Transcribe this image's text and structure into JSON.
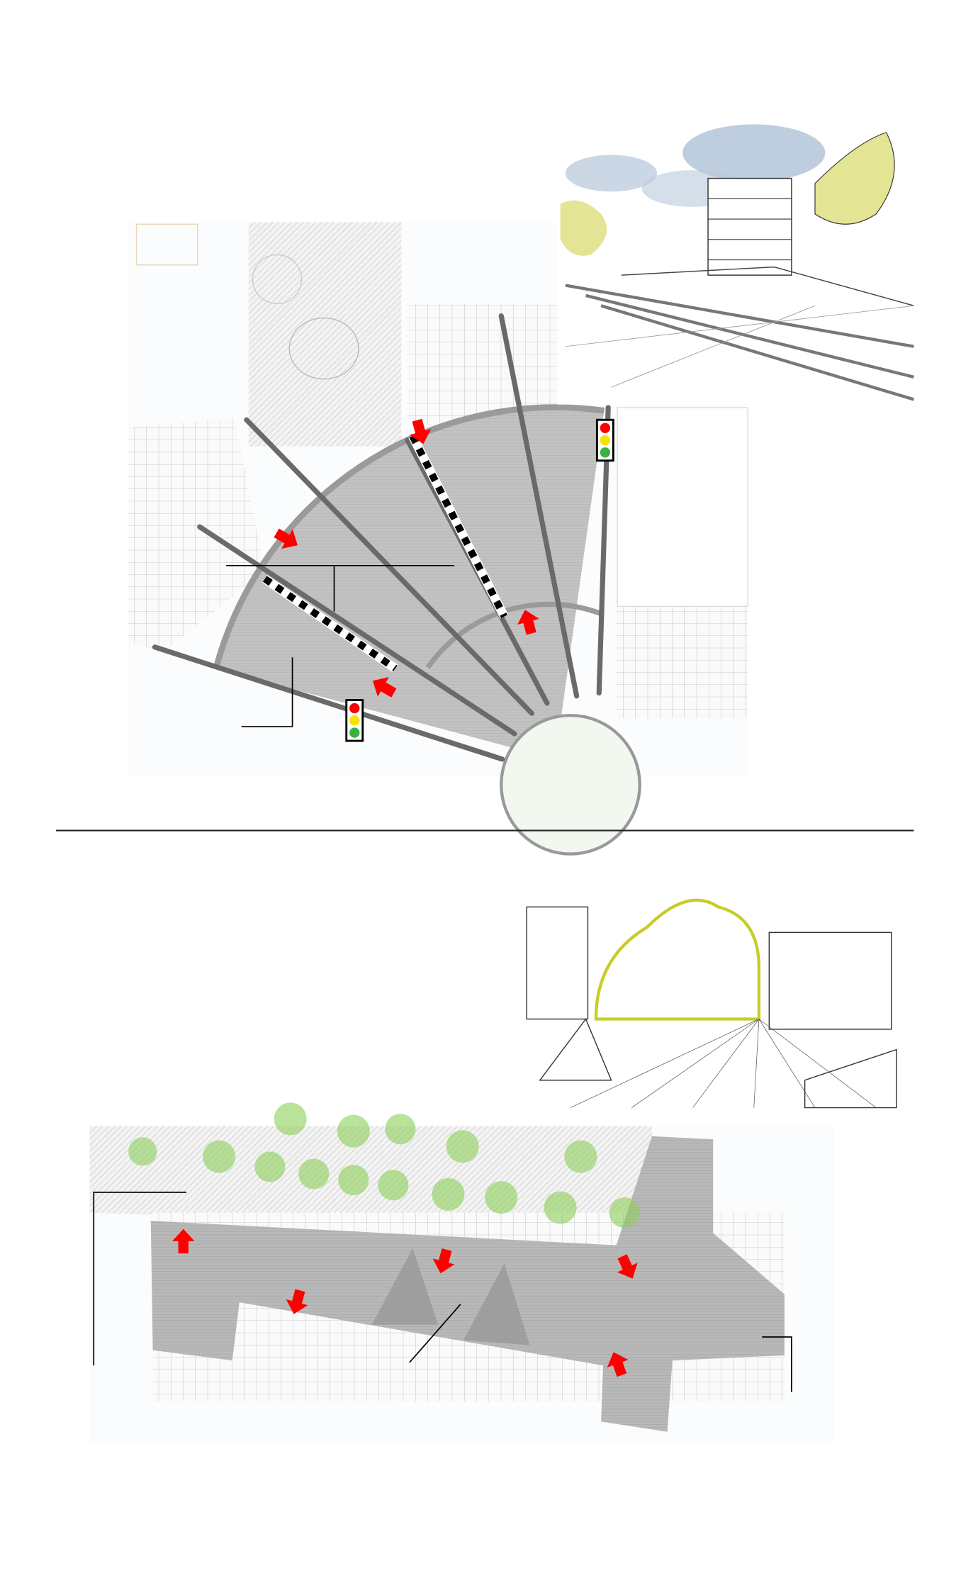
{
  "colors": {
    "arrow": "#ff0000",
    "paving_dark": "#b4b4b4",
    "paving_light": "#f4f4f4",
    "ray": "#6a6a6a",
    "tree": "#8ccf5a",
    "sky": "#8aa6c4",
    "foliage": "#c8cc2a"
  },
  "icons": [
    "traffic-light-icon",
    "red-arrow-icon",
    "tree-icon"
  ],
  "sections": [
    {
      "name": "radial-plaza-plan",
      "traffic_lights": 2,
      "crosswalks": 2,
      "arrows": 4
    },
    {
      "name": "boulevard-plan",
      "arrows": 5
    }
  ]
}
